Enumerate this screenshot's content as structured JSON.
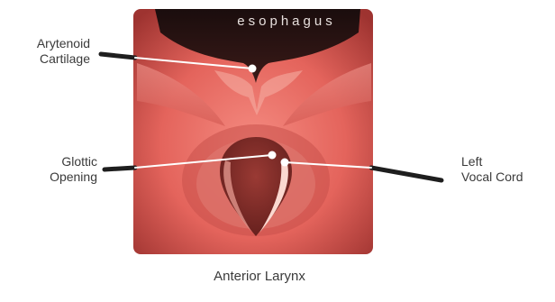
{
  "illustration": {
    "inscription": "esophagus",
    "bottom_caption": "Anterior Larynx"
  },
  "labels": {
    "arytenoid": {
      "line1": "Arytenoid",
      "line2": "Cartilage"
    },
    "glottic": {
      "line1": "Glottic",
      "line2": "Opening"
    },
    "vocal_cord": {
      "line1": "Left",
      "line2": "Vocal Cord"
    }
  },
  "colors": {
    "tissue": "#e8706a",
    "tissue_dark": "#b8433e",
    "tissue_light": "#f4a39a",
    "esophagus": "#2a1414",
    "glottis": "#7a2a26",
    "leader": "#1e1e1e"
  }
}
